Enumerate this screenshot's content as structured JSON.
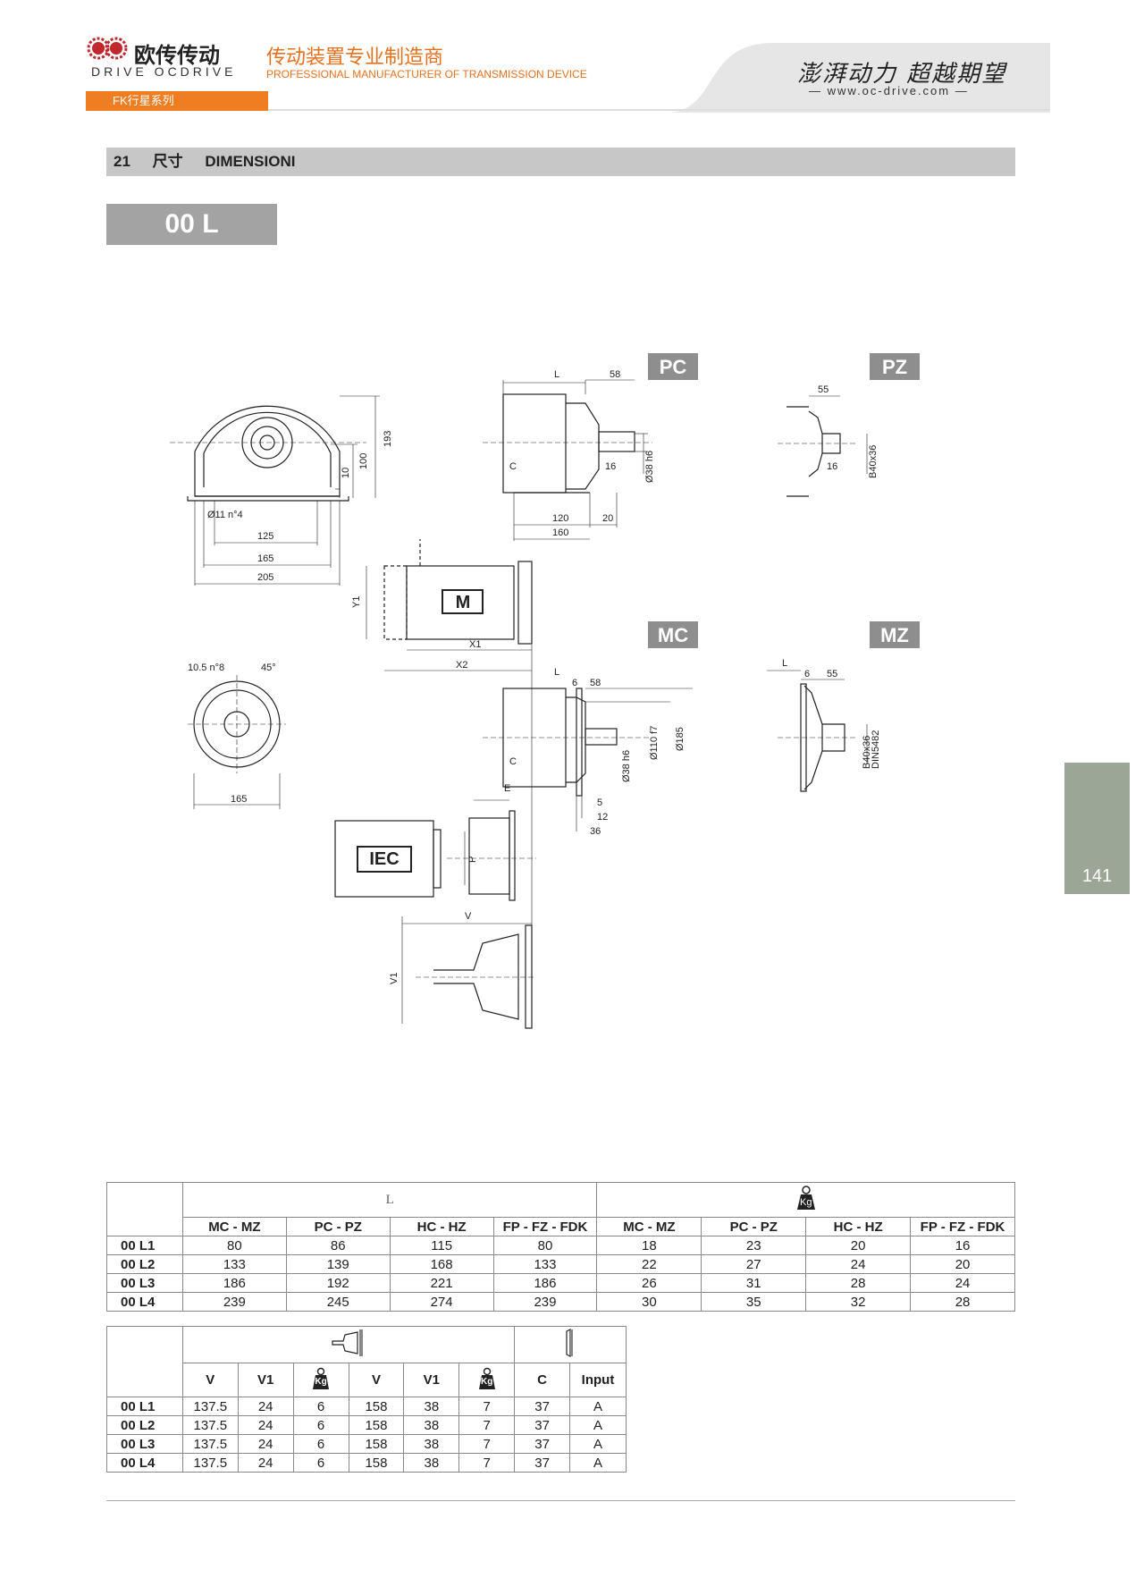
{
  "header": {
    "brand_cn": "欧传传动",
    "brand_en": "DRIVE OCDRIVE",
    "tagline_cn": "传动装置专业制造商",
    "tagline_en": "PROFESSIONAL MANUFACTURER OF TRANSMISSION DEVICE",
    "slogan": "澎湃动力 超越期望",
    "website": "www.oc-drive.com",
    "series_tab": "FK行星系列",
    "colors": {
      "accent": "#ef7d22",
      "header_band": "#e6e6e6",
      "section_bar": "#c7c7c7",
      "side_tab": "#9ba696"
    }
  },
  "section": {
    "number": "21",
    "title_cn": "尺寸",
    "title_it": "DIMENSIONI"
  },
  "model": "00 L",
  "page_number": "141",
  "drawing": {
    "tags": {
      "pc": "PC",
      "pz": "PZ",
      "mc": "MC",
      "mz": "MZ",
      "m": "M",
      "iec": "IEC"
    },
    "labels": {
      "L": "L",
      "n58": "58",
      "n55": "55",
      "n193": "193",
      "n100": "100",
      "n10": "10",
      "hole": "Ø11 n°4",
      "n125": "125",
      "n165": "165",
      "n205": "205",
      "C": "C",
      "n16": "16",
      "d38": "Ø38 h6",
      "n120": "120",
      "n20": "20",
      "n160": "160",
      "b40": "B40x36",
      "Y1": "Y1",
      "X1": "X1",
      "X2": "X2",
      "flange_hole": "10.5 n°8",
      "deg45": "45°",
      "n6": "6",
      "d110": "Ø110 f7",
      "d185": "Ø185",
      "n5": "5",
      "n12": "12",
      "n36": "36",
      "din": "DIN5482",
      "E": "E",
      "P": "P",
      "V": "V",
      "V1": "V1"
    }
  },
  "table1": {
    "group_L": "L",
    "weight_icon": "kg-weight-icon",
    "weight_icon_label": "Kg",
    "columns": [
      "MC - MZ",
      "PC - PZ",
      "HC - HZ",
      "FP - FZ - FDK",
      "MC - MZ",
      "PC - PZ",
      "HC - HZ",
      "FP - FZ - FDK"
    ],
    "rows": [
      {
        "model": "00 L1",
        "values": [
          "80",
          "86",
          "115",
          "80",
          "18",
          "23",
          "20",
          "16"
        ]
      },
      {
        "model": "00 L2",
        "values": [
          "133",
          "139",
          "168",
          "133",
          "22",
          "27",
          "24",
          "20"
        ]
      },
      {
        "model": "00 L3",
        "values": [
          "186",
          "192",
          "221",
          "186",
          "26",
          "31",
          "28",
          "24"
        ]
      },
      {
        "model": "00 L4",
        "values": [
          "239",
          "245",
          "274",
          "239",
          "30",
          "35",
          "32",
          "28"
        ]
      }
    ]
  },
  "table2": {
    "input_shaft_icon": "input-shaft-icon",
    "flange_icon": "flange-icon",
    "weight_icon_label": "Kg",
    "columns": [
      "V",
      "V1",
      "Kg",
      "V",
      "V1",
      "Kg",
      "C",
      "Input"
    ],
    "rows": [
      {
        "model": "00 L1",
        "values": [
          "137.5",
          "24",
          "6",
          "158",
          "38",
          "7",
          "37",
          "A"
        ]
      },
      {
        "model": "00 L2",
        "values": [
          "137.5",
          "24",
          "6",
          "158",
          "38",
          "7",
          "37",
          "A"
        ]
      },
      {
        "model": "00 L3",
        "values": [
          "137.5",
          "24",
          "6",
          "158",
          "38",
          "7",
          "37",
          "A"
        ]
      },
      {
        "model": "00 L4",
        "values": [
          "137.5",
          "24",
          "6",
          "158",
          "38",
          "7",
          "37",
          "A"
        ]
      }
    ]
  }
}
